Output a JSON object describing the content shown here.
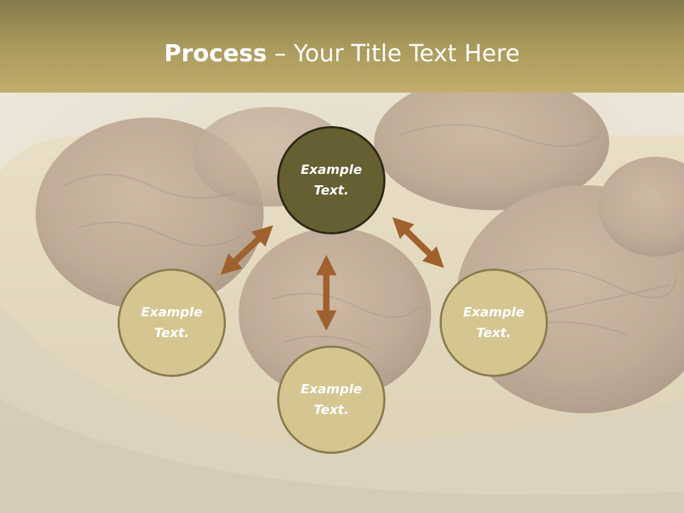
{
  "slide": {
    "title_bold": "Process",
    "title_rest": " – Your Title Text Here"
  },
  "diagram": {
    "nodes": [
      {
        "label": "Example\nText."
      },
      {
        "label": "Example\nText."
      },
      {
        "label": "Example\nText."
      },
      {
        "label": "Example\nText."
      }
    ]
  },
  "colors": {
    "title_band": "#a99a5c",
    "center_node_fill": "#655f32",
    "outer_node_fill": "#d5c590",
    "arrow": "#a0612e"
  }
}
